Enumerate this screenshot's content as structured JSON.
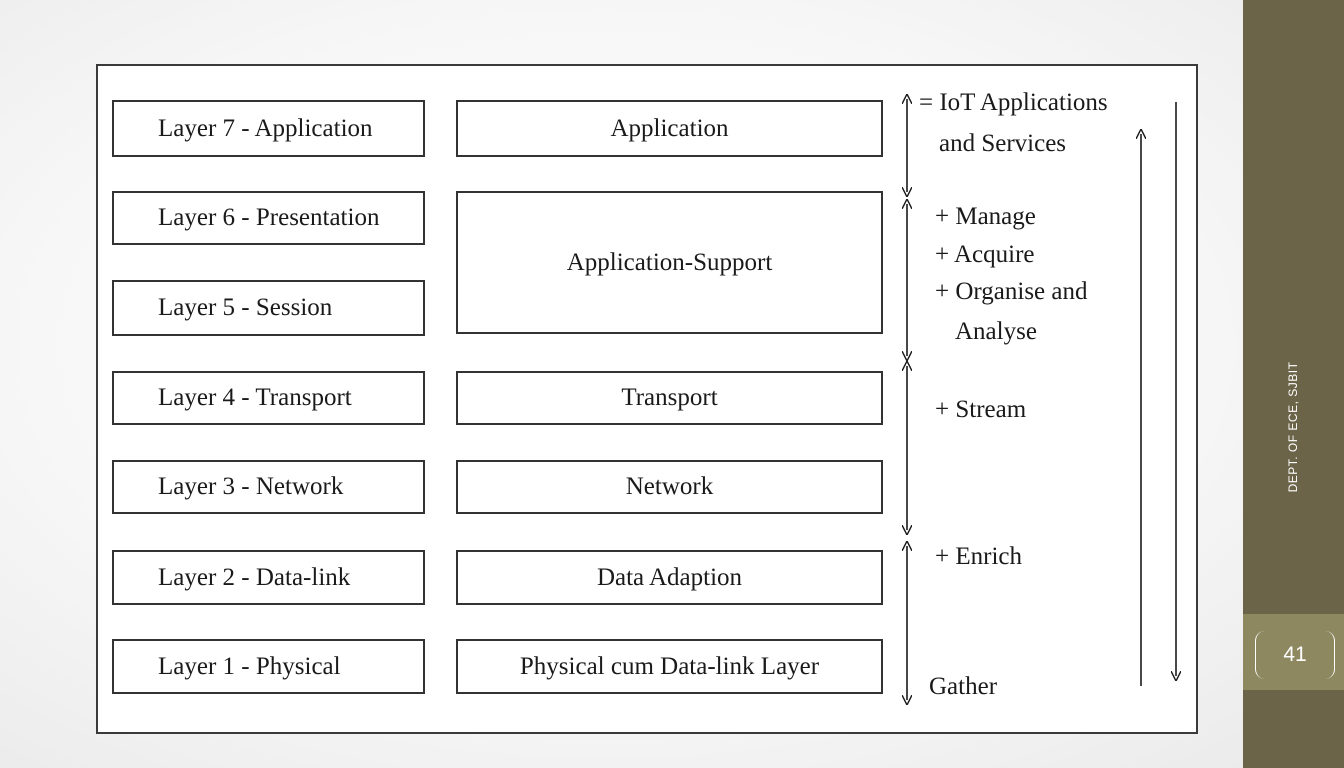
{
  "osi_layers": [
    "Layer 7 - Application",
    "Layer 6 - Presentation",
    "Layer 5 - Session",
    "Layer 4 - Transport",
    "Layer 3 - Network",
    "Layer 2 - Data-link",
    "Layer 1 - Physical"
  ],
  "iot_layers": [
    "Application",
    "Application-Support",
    "Transport",
    "Network",
    "Data Adaption",
    "Physical cum Data-link Layer"
  ],
  "annotations": {
    "iot_apps_line1": "= IoT Applications",
    "iot_apps_line2": "and Services",
    "manage": "+ Manage",
    "acquire": "+ Acquire",
    "organise_line1": "+ Organise and",
    "organise_line2": "Analyse",
    "stream": "+ Stream",
    "enrich": "+ Enrich",
    "gather": "Gather"
  },
  "sidebar": {
    "vertical_text": "DEPT. OF ECE, SJBIT",
    "page_number": "41"
  },
  "colors": {
    "sidebar": "#6b6449",
    "page_tab": "#8e8861",
    "ink": "#1a1a1a"
  }
}
